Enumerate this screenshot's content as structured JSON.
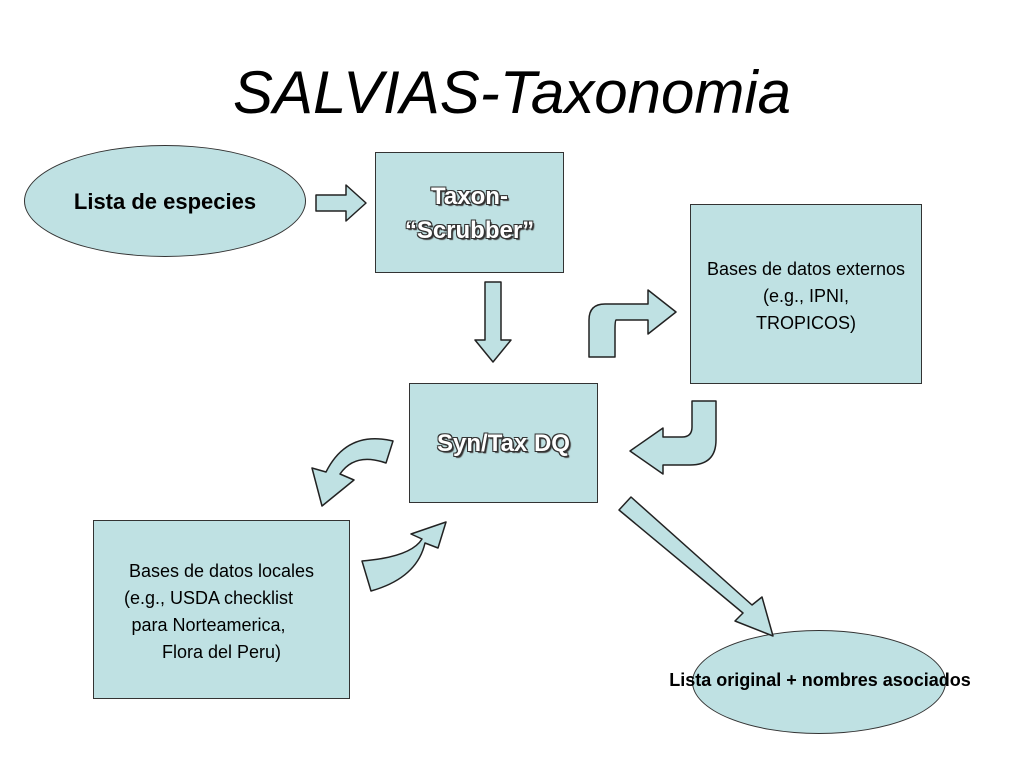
{
  "title": "SALVIAS-Taxonomia",
  "nodes": {
    "lista_especies": "Lista de especies",
    "taxon_scrubber_line1": "Taxon-",
    "taxon_scrubber_line2": "“Scrubber”",
    "externos_line1": "Bases de datos externos",
    "externos_line2": "(e.g., IPNI,",
    "externos_line3": "TROPICOS)",
    "syntax": "Syn/Tax DQ",
    "locales_line1": "Bases de datos locales",
    "locales_line2": "(e.g., USDA checklist",
    "locales_line3": "para Norteamerica,",
    "locales_line4": "Flora del Peru)",
    "resultado": "Lista original + nombres asociados"
  },
  "colors": {
    "fill": "#bfe1e3",
    "stroke": "#333333"
  }
}
